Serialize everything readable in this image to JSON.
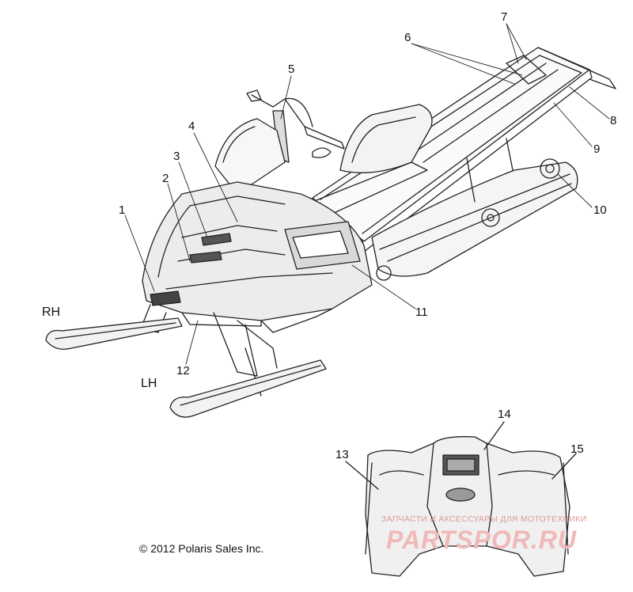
{
  "callouts": [
    "1",
    "2",
    "3",
    "4",
    "5",
    "6",
    "7",
    "8",
    "9",
    "10",
    "11",
    "12",
    "13",
    "14",
    "15"
  ],
  "side_labels": {
    "right": "RH",
    "left": "LH"
  },
  "copyright": "© 2012 Polaris Sales Inc.",
  "watermark": {
    "subtitle": "ЗАПЧАСТИ И АКСЕССУАРЫ ДЛЯ МОТОТЕХНИКИ",
    "brand": "PARTSPOR.RU"
  },
  "colors": {
    "line": "#222222",
    "watermark": "#f0b8b8"
  }
}
